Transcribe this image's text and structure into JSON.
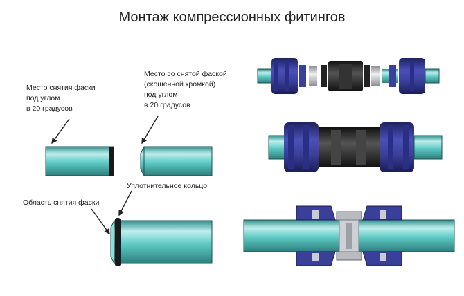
{
  "title": "Монтаж компрессионных фитингов",
  "labels": {
    "chamfer_left": [
      "Место снятия фаски",
      "под углом",
      "в 20 градусов"
    ],
    "chamfer_right": [
      "Место со снятой фаской",
      "(скошенной кромкой)",
      "под углом",
      "в 20 градусов"
    ],
    "sealing_ring": "Уплотнительное кольцо",
    "chamfer_area": "Область снятия фаски"
  },
  "colors": {
    "pipe": "#5ec9c4",
    "pipe_highlight": "#b8ecea",
    "nut": "#3a3f9a",
    "nut_dark": "#22266b",
    "body": "#2a2a2a",
    "insert": "#c9ccd0"
  }
}
